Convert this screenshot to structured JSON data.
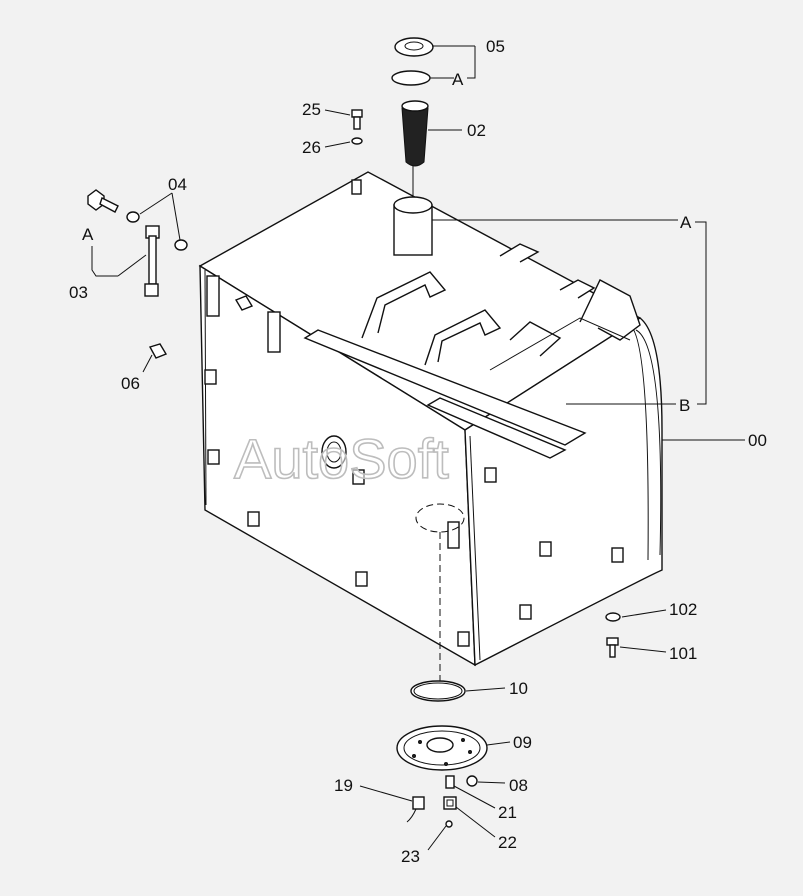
{
  "watermark": "AutoSoft",
  "labels": {
    "p00": "00",
    "p02": "02",
    "p03": "03",
    "p04": "04",
    "p05": "05",
    "p06": "06",
    "p08": "08",
    "p09": "09",
    "p10": "10",
    "p19": "19",
    "p21": "21",
    "p22": "22",
    "p23": "23",
    "p25": "25",
    "p26": "26",
    "p101": "101",
    "p102": "102",
    "refA1": "A",
    "refA2": "A",
    "refA3": "A",
    "refB": "B"
  }
}
